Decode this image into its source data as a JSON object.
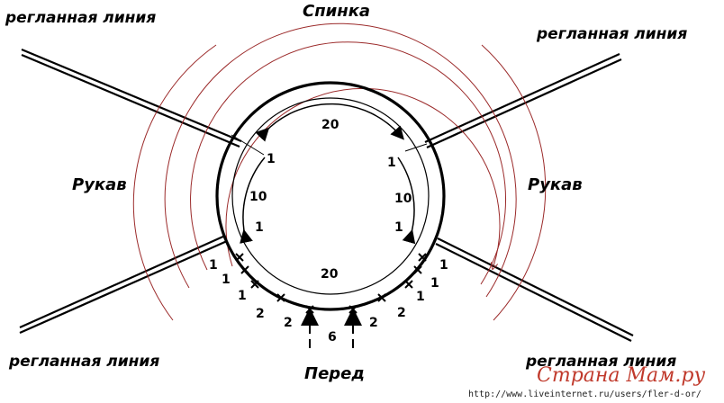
{
  "labels": {
    "raglan_top_left": "регланная линия",
    "raglan_top_right": "регланная линия",
    "raglan_bottom_left": "регланная линия",
    "raglan_bottom_right": "регланная линия",
    "back": "Спинка",
    "front": "Перед",
    "sleeve_left": "Рукав",
    "sleeve_right": "Рукав"
  },
  "counts": {
    "back_top": "20",
    "inner_bottom": "20",
    "left_upper_one": "1",
    "left_ten": "10",
    "left_lower_one": "1",
    "right_upper_one": "1",
    "right_ten": "10",
    "right_lower_one": "1",
    "front_center": "6"
  },
  "increase_labels_left": [
    "1",
    "1",
    "1",
    "2",
    "2"
  ],
  "increase_labels_right": [
    "1",
    "1",
    "1",
    "2",
    "2"
  ],
  "colors": {
    "ink": "#000000",
    "arc_red": "#9b2a2a",
    "watermark_red": "#c0392b"
  },
  "watermark": {
    "site": "Страна Мам",
    "tld": ".ру",
    "url": "http://www.liveinternet.ru/users/fler-d-or/"
  }
}
